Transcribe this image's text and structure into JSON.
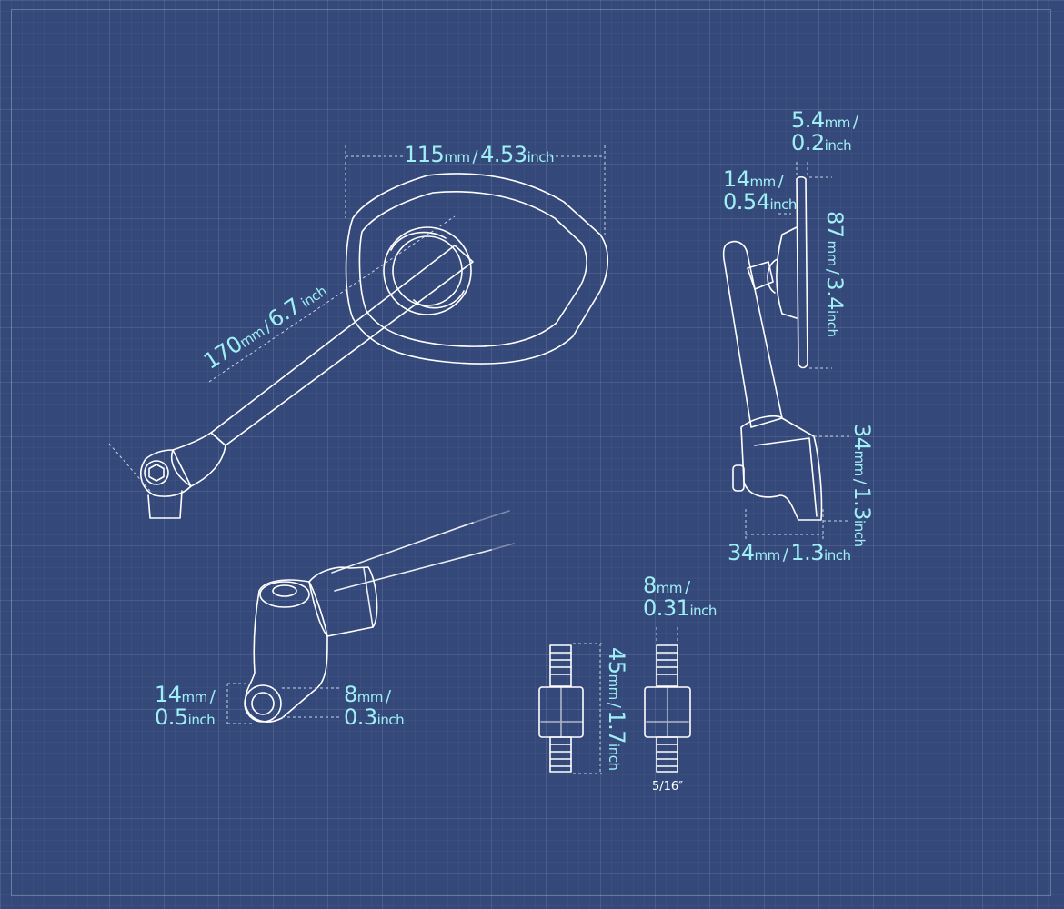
{
  "colors": {
    "background": "#34497a",
    "outline": "#ffffff",
    "dimension_text": "#9ff0f5",
    "dimension_line": "#c8d4ea"
  },
  "dimensions": {
    "mirror_width": {
      "mm": "115",
      "mm_unit": "mm",
      "inch": "4.53",
      "inch_unit": "inch"
    },
    "arm_length": {
      "mm": "170",
      "mm_unit": "mm",
      "inch": "6.7",
      "inch_unit": "inch"
    },
    "glass_thickness": {
      "mm": "5.4",
      "mm_unit": "mm",
      "inch": "0.2",
      "inch_unit": "inch"
    },
    "mount_depth": {
      "mm": "14",
      "mm_unit": "mm",
      "inch": "0.54",
      "inch_unit": "inch"
    },
    "mirror_height": {
      "mm": "87",
      "mm_unit": "mm",
      "inch": "3.4",
      "inch_unit": "inch"
    },
    "clamp_height": {
      "mm": "34",
      "mm_unit": "mm",
      "inch": "1.3",
      "inch_unit": "inch"
    },
    "clamp_width": {
      "mm": "34",
      "mm_unit": "mm",
      "inch": "1.3",
      "inch_unit": "inch"
    },
    "base_diameter": {
      "mm": "14",
      "mm_unit": "mm",
      "inch": "0.5",
      "inch_unit": "inch"
    },
    "bolt_hole": {
      "mm": "8",
      "mm_unit": "mm",
      "inch": "0.3",
      "inch_unit": "inch"
    },
    "bolt_length": {
      "mm": "45",
      "mm_unit": "mm",
      "inch": "1.7",
      "inch_unit": "inch"
    },
    "bolt_diameter": {
      "mm": "8",
      "mm_unit": "mm",
      "inch": "0.31",
      "inch_unit": "inch"
    }
  },
  "captions": {
    "thread_size": "5/16″"
  }
}
